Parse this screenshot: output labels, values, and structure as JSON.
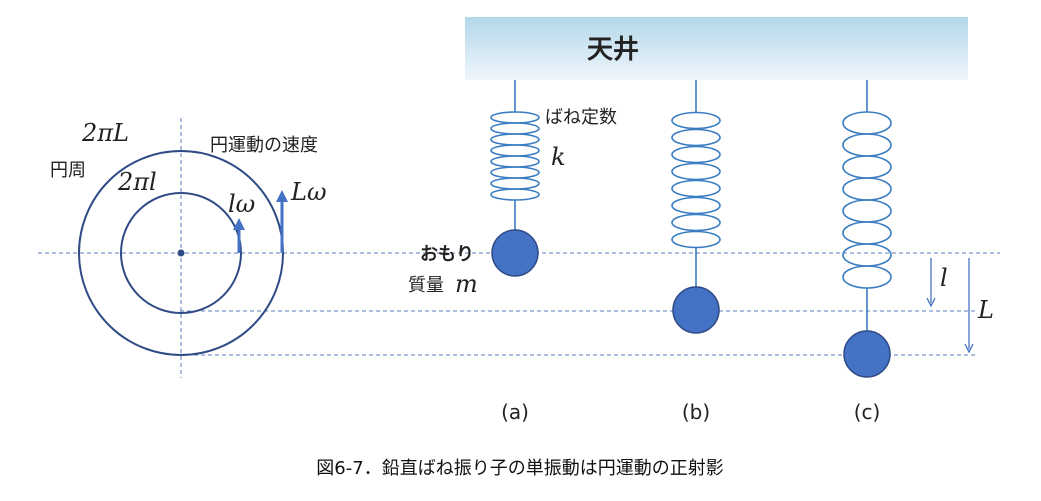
{
  "ceiling": {
    "label": "天井"
  },
  "circle": {
    "outer_circumference_label": "2πL",
    "inner_circumference_label": "2πl",
    "circumference_label": "円周",
    "velocity_label": "円運動の速度",
    "inner_velocity_label": "lω",
    "outer_velocity_label": "Lω"
  },
  "spring_a": {
    "constant_label": "ばね定数",
    "constant_symbol": "k",
    "weight_label": "おもり",
    "mass_label": "質量",
    "mass_symbol": "m",
    "case_label": "(a)"
  },
  "spring_b": {
    "case_label": "(b)"
  },
  "spring_c": {
    "case_label": "(c)"
  },
  "dimensions": {
    "small_label": "l",
    "large_label": "L"
  },
  "caption": "図6-7．鉛直ばね振り子の単振動は円運動の正射影",
  "colors": {
    "ceiling_top": "#b4d7ea",
    "ceiling_bottom": "#eef6fb",
    "circle_stroke": "#2f4b86",
    "spring": "#3b7dc2",
    "mass": "#4472c4",
    "arrow": "#4472c4",
    "guide_line": "#5a7fb8"
  }
}
